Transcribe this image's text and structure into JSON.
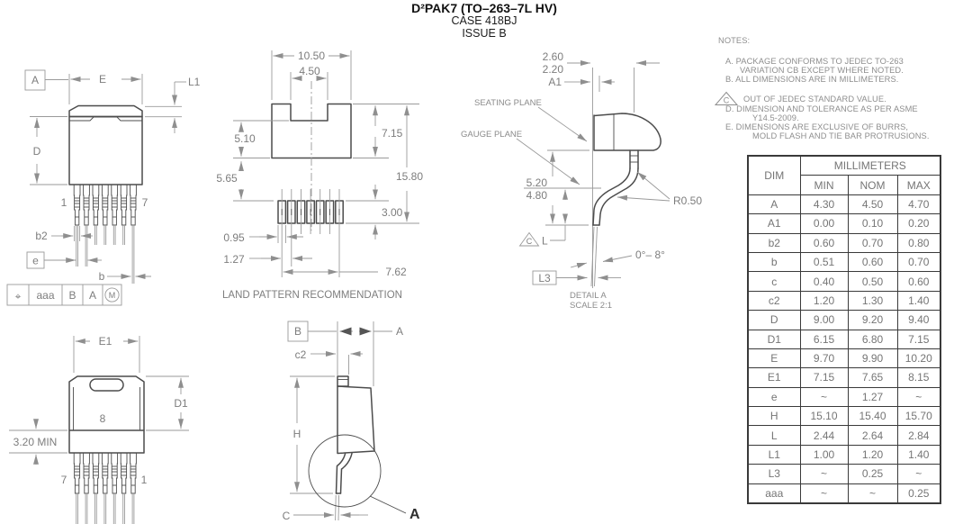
{
  "title": {
    "line1": "D²PAK7 (TO–263–7L HV)",
    "line2": "CASE 418BJ",
    "line3": "ISSUE B"
  },
  "notes": {
    "heading": "NOTES:",
    "note_a_1": "A. PACKAGE CONFORMS TO JEDEC TO-263",
    "note_a_2": "VARIATION CB EXCEPT WHERE NOTED.",
    "note_b": "B. ALL DIMENSIONS ARE IN MILLIMETERS.",
    "note_c_symbol": "C",
    "note_c": "OUT OF JEDEC STANDARD VALUE.",
    "note_d_1": "D. DIMENSION AND TOLERANCE AS PER ASME",
    "note_d_2": "Y14.5-2009.",
    "note_e_1": "E. DIMENSIONS ARE EXCLUSIVE OF BURRS,",
    "note_e_2": "MOLD FLASH AND TIE BAR PROTRUSIONS."
  },
  "table": {
    "dim_header": "DIM",
    "unit_header": "MILLIMETERS",
    "min": "MIN",
    "nom": "NOM",
    "max": "MAX",
    "rows": [
      {
        "dim": "A",
        "min": "4.30",
        "nom": "4.50",
        "max": "4.70"
      },
      {
        "dim": "A1",
        "min": "0.00",
        "nom": "0.10",
        "max": "0.20"
      },
      {
        "dim": "b2",
        "min": "0.60",
        "nom": "0.70",
        "max": "0.80"
      },
      {
        "dim": "b",
        "min": "0.51",
        "nom": "0.60",
        "max": "0.70"
      },
      {
        "dim": "c",
        "min": "0.40",
        "nom": "0.50",
        "max": "0.60"
      },
      {
        "dim": "c2",
        "min": "1.20",
        "nom": "1.30",
        "max": "1.40"
      },
      {
        "dim": "D",
        "min": "9.00",
        "nom": "9.20",
        "max": "9.40"
      },
      {
        "dim": "D1",
        "min": "6.15",
        "nom": "6.80",
        "max": "7.15"
      },
      {
        "dim": "E",
        "min": "9.70",
        "nom": "9.90",
        "max": "10.20"
      },
      {
        "dim": "E1",
        "min": "7.15",
        "nom": "7.65",
        "max": "8.15"
      },
      {
        "dim": "e",
        "min": "~",
        "nom": "1.27",
        "max": "~"
      },
      {
        "dim": "H",
        "min": "15.10",
        "nom": "15.40",
        "max": "15.70"
      },
      {
        "dim": "L",
        "min": "2.44",
        "nom": "2.64",
        "max": "2.84"
      },
      {
        "dim": "L1",
        "min": "1.00",
        "nom": "1.20",
        "max": "1.40"
      },
      {
        "dim": "L3",
        "min": "~",
        "nom": "0.25",
        "max": "~"
      },
      {
        "dim": "aaa",
        "min": "~",
        "nom": "~",
        "max": "0.25"
      }
    ]
  },
  "front_view": {
    "datum_a": "A",
    "dim_e": "E",
    "dim_l1": "L1",
    "dim_d": "D",
    "pin_1": "1",
    "pin_7": "7",
    "dim_b2": "b2",
    "dim_e_pitch": "e",
    "dim_b": "b",
    "fcf_symbol": "⌖",
    "fcf_tol": "aaa",
    "fcf_datum_1": "B",
    "fcf_datum_2": "A",
    "fcf_modifier": "M"
  },
  "land_pattern": {
    "dim_width": "10.50",
    "dim_notch": "4.50",
    "dim_5_10": "5.10",
    "dim_7_15": "7.15",
    "dim_5_65": "5.65",
    "dim_15_80": "15.80",
    "dim_pad_h": "3.00",
    "dim_pad_w": "0.95",
    "dim_pitch": "1.27",
    "dim_span": "7.62",
    "caption": "LAND PATTERN RECOMMENDATION"
  },
  "detail_view": {
    "dim_2_60": "2.60",
    "dim_2_20": "2.20",
    "dim_a1": "A1",
    "seating_plane": "SEATING PLANE",
    "gauge_plane": "GAUGE PLANE",
    "dim_5_20": "5.20",
    "dim_4_80": "4.80",
    "radius": "R0.50",
    "tri_symbol": "C",
    "dim_l": "L",
    "angle": "0°– 8°",
    "dim_l3": "L3",
    "caption_1": "DETAIL A",
    "caption_2": "SCALE 2:1"
  },
  "back_view": {
    "dim_e1": "E1",
    "dim_d1": "D1",
    "pad_8": "8",
    "dim_min": "3.20 MIN",
    "pin_7": "7",
    "pin_1": "1"
  },
  "side_view": {
    "datum_b": "B",
    "dim_a": "A",
    "dim_c2": "c2",
    "dim_h": "H",
    "detail_a": "A",
    "dim_c": "C"
  }
}
